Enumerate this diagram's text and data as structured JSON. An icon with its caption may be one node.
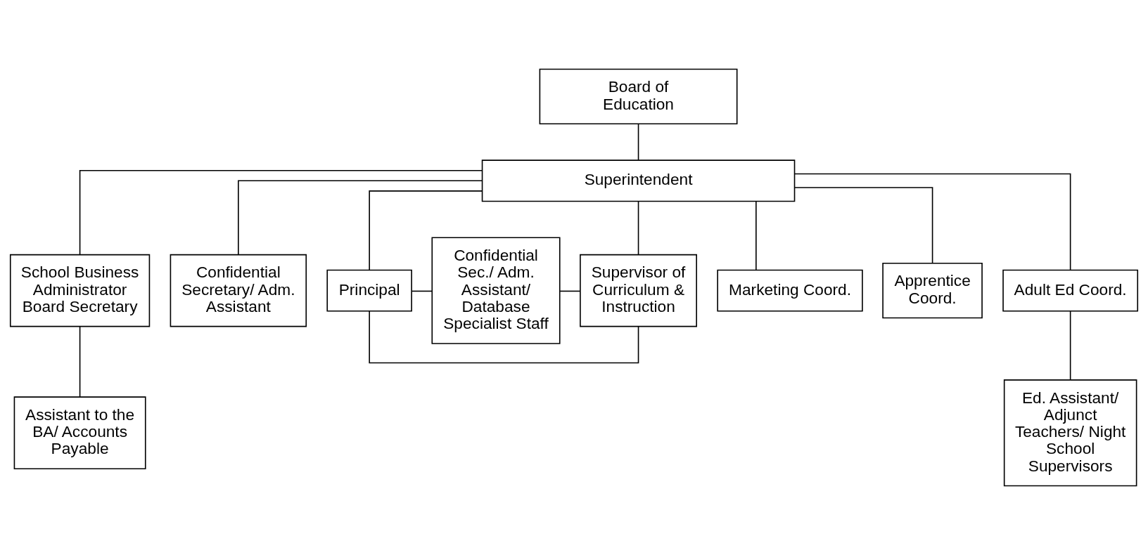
{
  "diagram": {
    "nodes": [
      {
        "text": [
          "Board of Education"
        ]
      },
      {
        "text": [
          "Superintendent"
        ]
      },
      {
        "text": [
          "School Business Administrator Board Secretary"
        ]
      },
      {
        "text": [
          "Confidential Secretary/ Adm. Assistant"
        ]
      },
      {
        "text": [
          "Principal"
        ]
      },
      {
        "text": [
          "Supervisor of Curriculum & Instruction"
        ]
      },
      {
        "text": [
          "Marketing Coord."
        ]
      },
      {
        "text": [
          "Apprentice Coord."
        ]
      },
      {
        "text": [
          "Adult Ed Coord."
        ]
      },
      {
        "text": [
          "Assistant to the BA/ Accounts Payable"
        ]
      },
      {
        "text": [
          "Confidential Sec./ Adm. Assistant/ Database Specialist Staff"
        ]
      },
      {
        "text": [
          "Ed. Assistant/ Adjunct Teachers/ Night School Supervisors"
        ]
      }
    ],
    "edges": [
      {
        "from": 0,
        "to": 1,
        "arrow": "none"
      },
      {
        "from": 1,
        "to": 2,
        "arrow": "none"
      },
      {
        "from": 1,
        "to": 3,
        "arrow": "none"
      },
      {
        "from": 1,
        "to": 4,
        "arrow": "none"
      },
      {
        "from": 1,
        "to": 5,
        "arrow": "none"
      },
      {
        "from": 1,
        "to": 6,
        "arrow": "none"
      },
      {
        "from": 1,
        "to": 7,
        "arrow": "none"
      },
      {
        "from": 1,
        "to": 8,
        "arrow": "none"
      },
      {
        "from": 4,
        "to": 5,
        "arrow": "none"
      },
      {
        "from": 2,
        "to": 9,
        "arrow": "none"
      },
      {
        "from": 4,
        "to": 10,
        "arrow": "none"
      },
      {
        "from": 5,
        "to": 10,
        "arrow": "none"
      },
      {
        "from": 8,
        "to": 11,
        "arrow": "none"
      }
    ]
  }
}
